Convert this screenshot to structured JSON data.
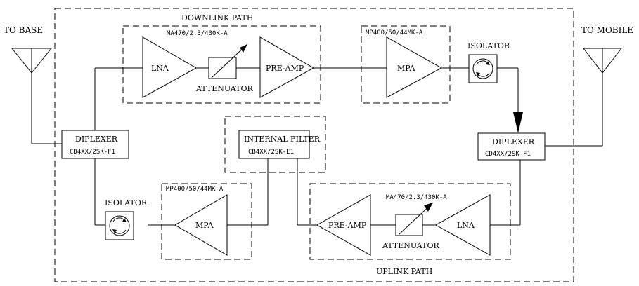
{
  "labels": {
    "to_base": "TO BASE",
    "to_mobile": "TO MOBILE",
    "downlink_path": "DOWNLINK PATH",
    "uplink_path": "UPLINK PATH",
    "downlink_amp_model": "MA470/2.3/430K-A",
    "downlink_mpa_model": "MP400/50/44MK-A",
    "uplink_amp_model": "MA470/2.3/430K-A",
    "uplink_mpa_model": "MP400/50/44MK-A",
    "lna": "LNA",
    "pre_amp": "PRE-AMP",
    "mpa": "MPA",
    "attenuator": "ATTENUATOR",
    "isolator": "ISOLATOR",
    "diplexer": "DIPLEXER",
    "diplexer_model": "CD4XX/2SK-F1",
    "internal_filter": "INTERNAL FILTER",
    "internal_filter_model": "CB4XX/2SK-E1"
  }
}
